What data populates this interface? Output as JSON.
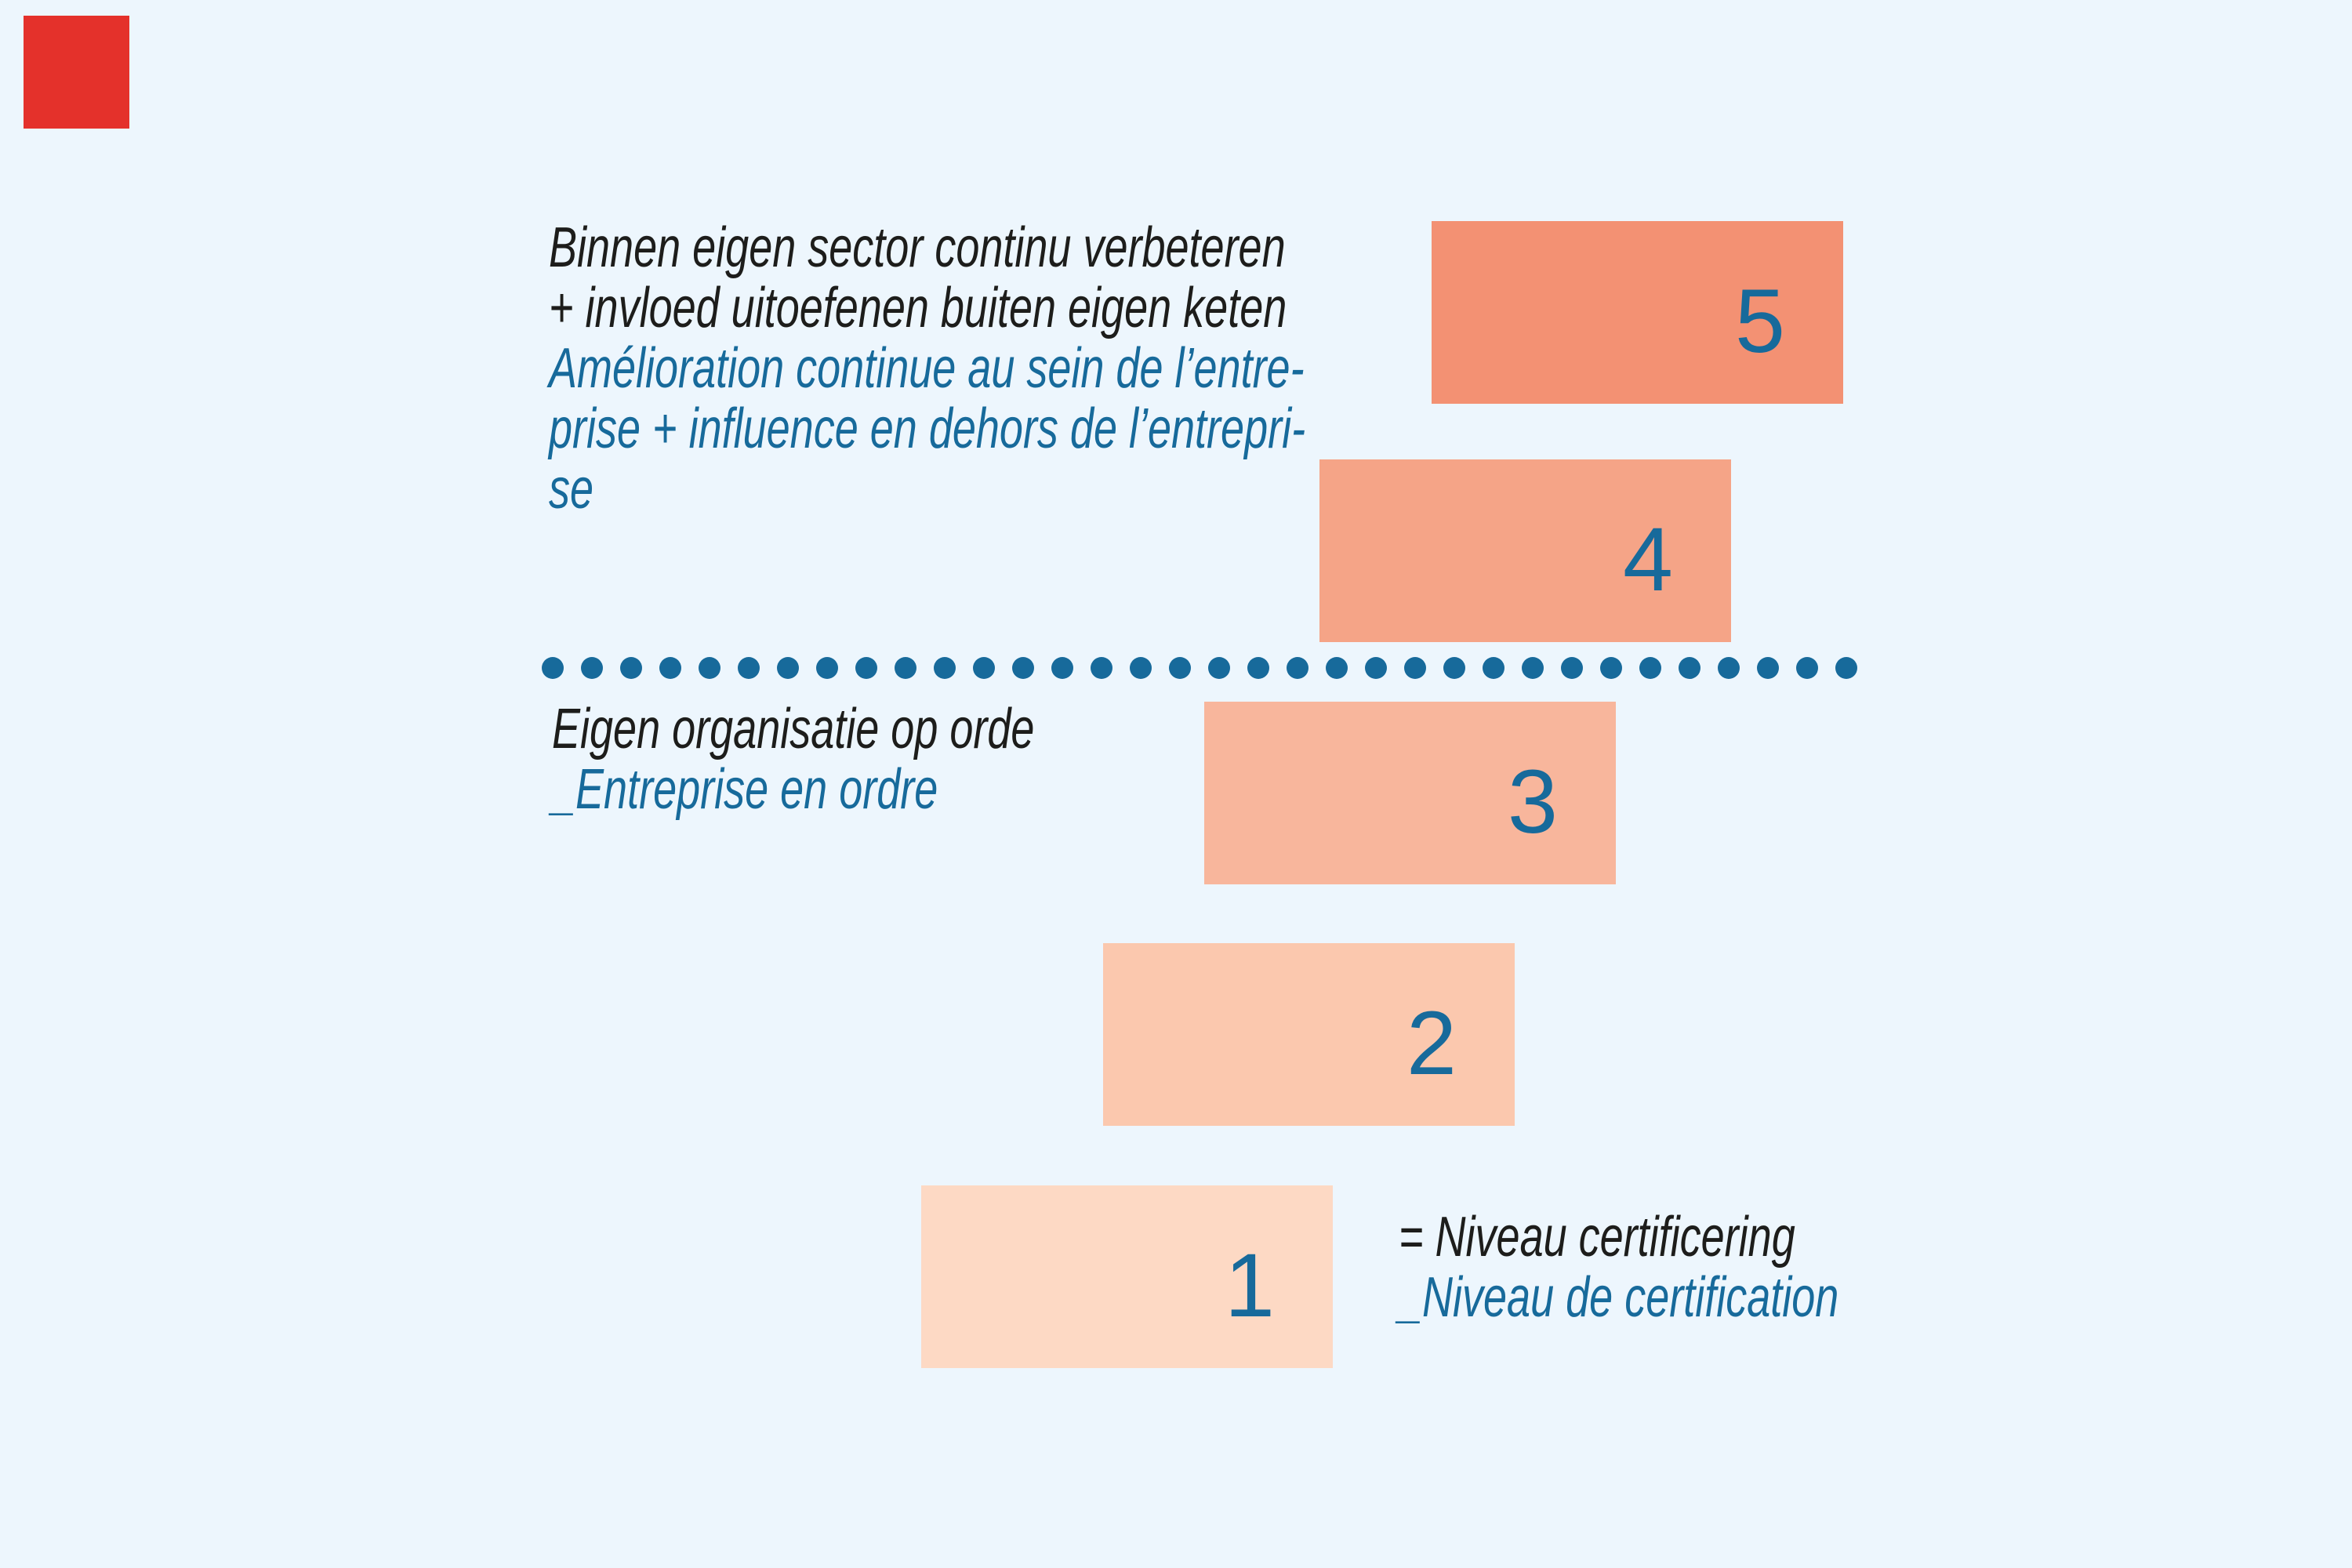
{
  "colors": {
    "bg": "#edf6fd",
    "red": "#e4312b",
    "teal": "#176a9b",
    "text": "#1d1d1b"
  },
  "intro": {
    "lines_nl": [
      "Binnen eigen sector continu verbeteren",
      "+ invloed uitoefenen buiten eigen keten"
    ],
    "lines_fr": [
      "Amélioration continue au sein de l’entre-",
      "prise + influence en dehors de l’entrepri-",
      "se"
    ]
  },
  "mid_label": {
    "line_nl": "Eigen organisatie op orde",
    "line_fr": "_Entreprise en ordre"
  },
  "legend": {
    "line_nl": "= Niveau certificering",
    "line_fr": "_Niveau de certification"
  },
  "levels": [
    {
      "label": "5",
      "color": "#f39173"
    },
    {
      "label": "4",
      "color": "#f5a487"
    },
    {
      "label": "3",
      "color": "#f8b69c"
    },
    {
      "label": "2",
      "color": "#fbc8ae"
    },
    {
      "label": "1",
      "color": "#fdd9c4"
    }
  ],
  "divider": {
    "dot_count": 34
  }
}
